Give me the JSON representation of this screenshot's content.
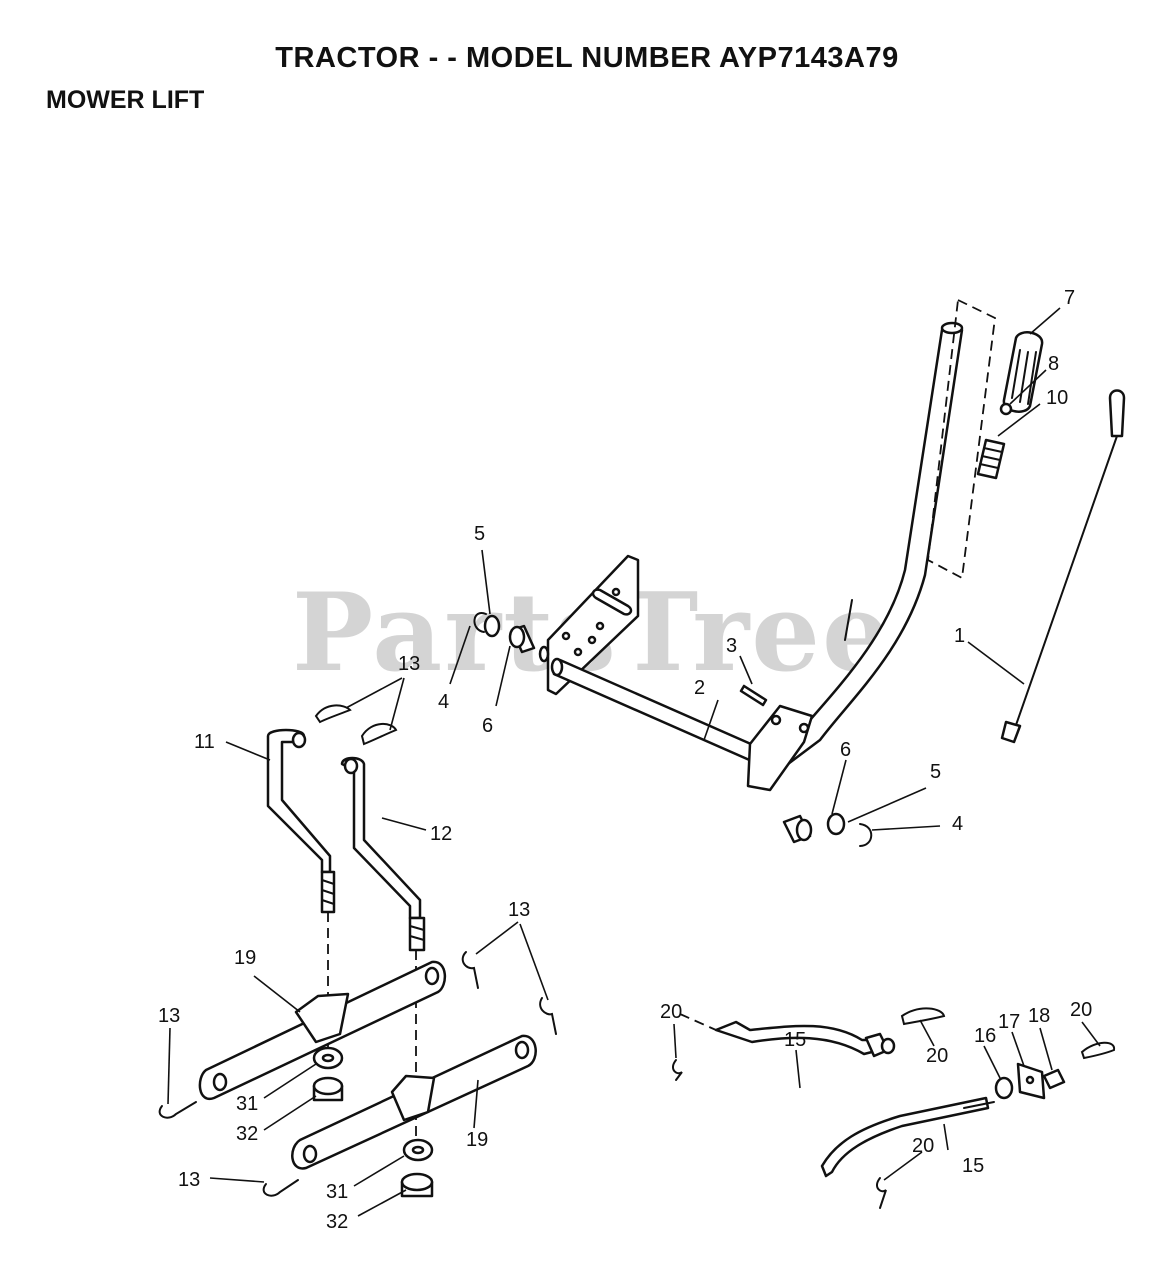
{
  "header": {
    "title": "TRACTOR - - MODEL NUMBER AYP7143A79",
    "section": "MOWER LIFT"
  },
  "watermark": "PartsTree",
  "callouts": {
    "c1": "1",
    "c2": "2",
    "c3": "3",
    "c4a": "4",
    "c4b": "4",
    "c5a": "5",
    "c5b": "5",
    "c6a": "6",
    "c6b": "6",
    "c7": "7",
    "c8": "8",
    "c10": "10",
    "c11": "11",
    "c12": "12",
    "c13a": "13",
    "c13b": "13",
    "c13c": "13",
    "c13d": "13",
    "c15a": "15",
    "c15b": "15",
    "c16": "16",
    "c17": "17",
    "c18": "18",
    "c19a": "19",
    "c19b": "19",
    "c20a": "20",
    "c20b": "20",
    "c20c": "20",
    "c20d": "20",
    "c31a": "31",
    "c31b": "31",
    "c32a": "32",
    "c32b": "32"
  }
}
